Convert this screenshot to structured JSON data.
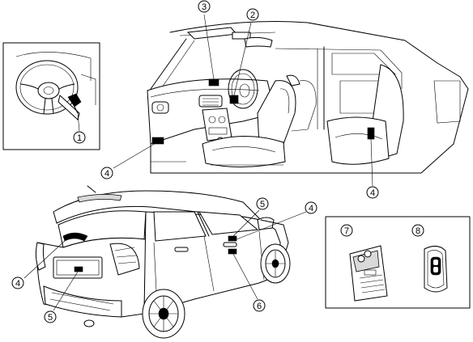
{
  "callouts": {
    "c1": "1",
    "c2": "2",
    "c3": "3",
    "c4a": "4",
    "c4b": "4",
    "c4c": "4",
    "c4d": "4",
    "c5a": "5",
    "c5b": "5",
    "c6": "6",
    "c7": "7",
    "c8": "8"
  }
}
